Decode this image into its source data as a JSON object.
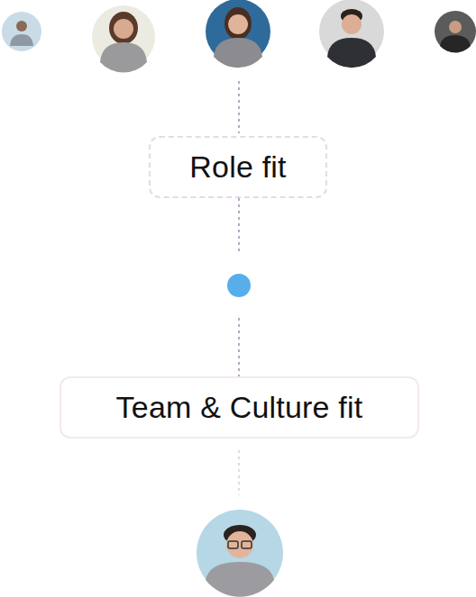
{
  "diagram": {
    "nodes": [
      {
        "text": [
          "Role fit"
        ]
      },
      {
        "text": [
          "Team & Culture fit"
        ]
      }
    ],
    "edges": [
      {
        "from": 0,
        "to": 1,
        "arrow": "none"
      }
    ]
  }
}
